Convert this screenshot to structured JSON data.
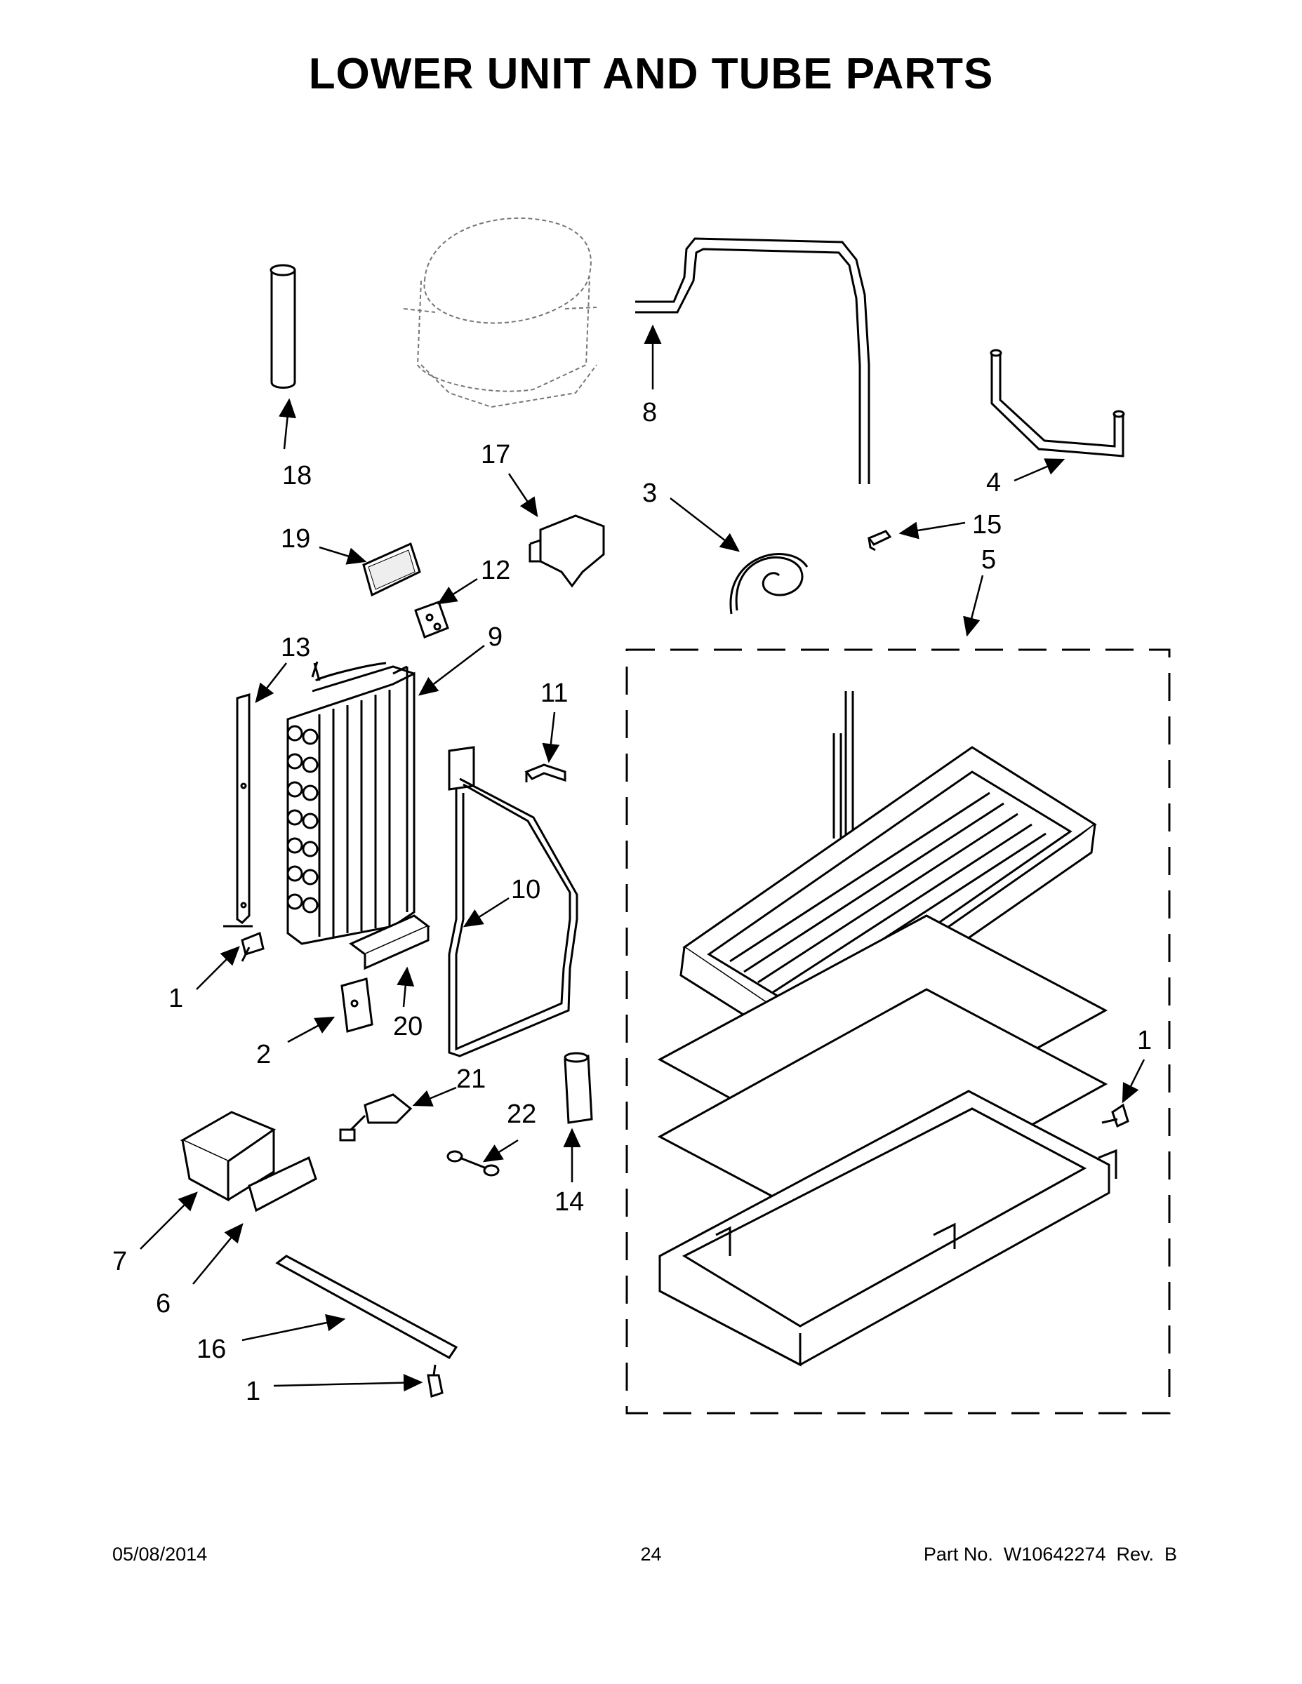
{
  "title": "LOWER UNIT AND TUBE PARTS",
  "footer": {
    "date": "05/08/2014",
    "page": "24",
    "part_no": "Part No.  W10642274  Rev.  B"
  },
  "callouts": [
    "1",
    "2",
    "20",
    "21",
    "22",
    "14",
    "7",
    "6",
    "16",
    "1",
    "1",
    "13",
    "9",
    "10",
    "11",
    "12",
    "19",
    "18",
    "17",
    "3",
    "8",
    "4",
    "15",
    "5"
  ],
  "parts": {
    "compressor": "compressor-outline",
    "evaporator_tray": "drain-pan-assembly"
  }
}
